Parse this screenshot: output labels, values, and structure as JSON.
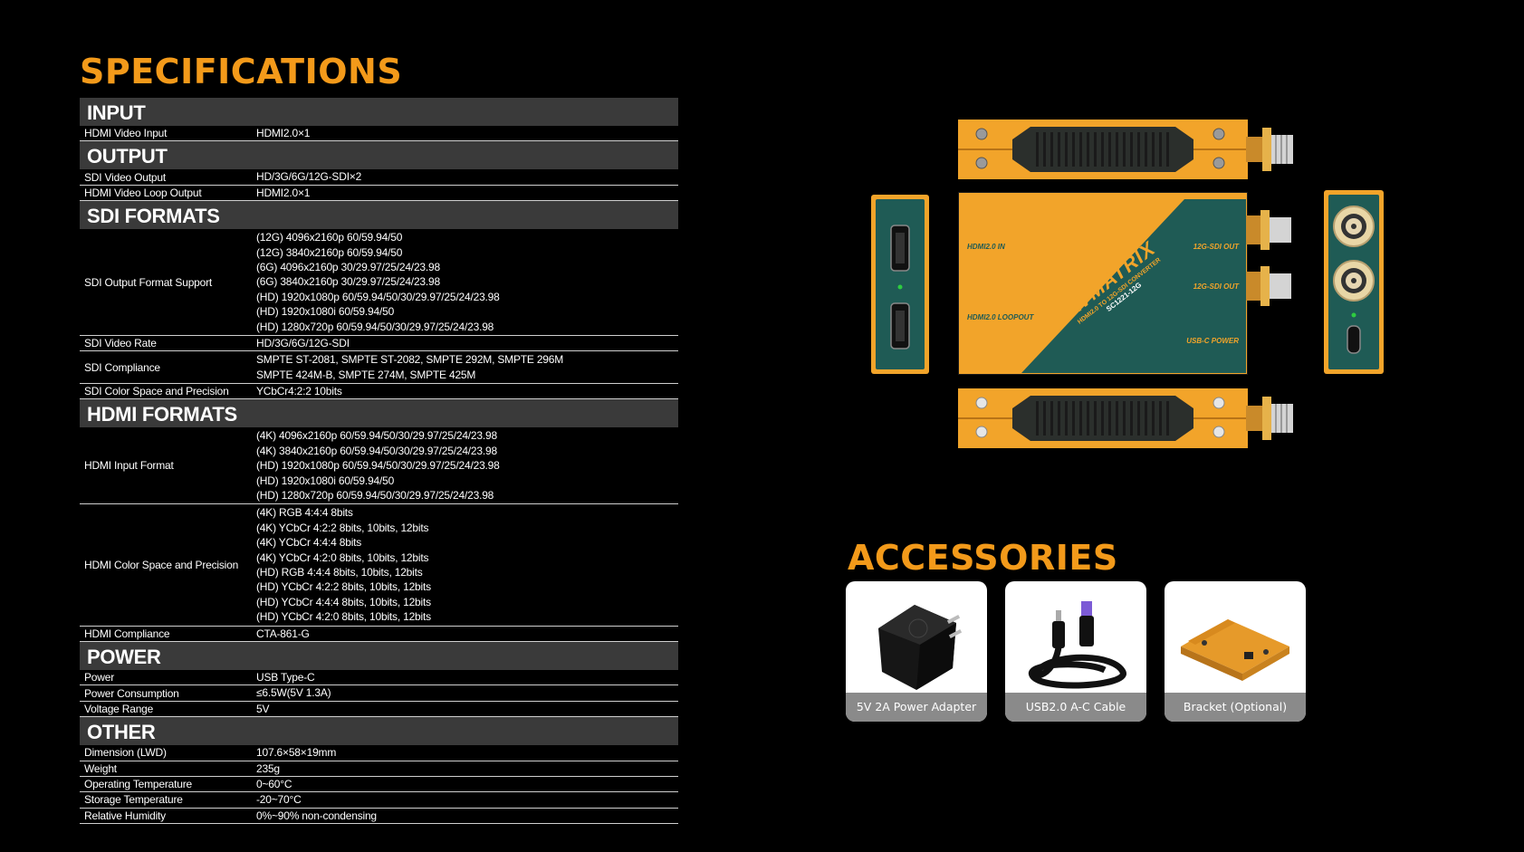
{
  "specifications_title": "SPECIFICATIONS",
  "accessories_title": "ACCESSORIES",
  "sections": [
    {
      "title": "INPUT",
      "rows": [
        {
          "label": "HDMI Video Input",
          "values": [
            "HDMI2.0×1"
          ]
        }
      ]
    },
    {
      "title": "OUTPUT",
      "rows": [
        {
          "label": "SDI Video Output",
          "values": [
            "HD/3G/6G/12G-SDI×2"
          ]
        },
        {
          "label": "HDMI Video Loop Output",
          "values": [
            "HDMI2.0×1"
          ]
        }
      ]
    },
    {
      "title": "SDI FORMATS",
      "rows": [
        {
          "label": "SDI Output Format Support",
          "values": [
            "(12G) 4096x2160p 60/59.94/50",
            "(12G) 3840x2160p 60/59.94/50",
            "(6G) 4096x2160p 30/29.97/25/24/23.98",
            "(6G) 3840x2160p 30/29.97/25/24/23.98",
            "(HD) 1920x1080p 60/59.94/50/30/29.97/25/24/23.98",
            "(HD) 1920x1080i 60/59.94/50",
            "(HD) 1280x720p 60/59.94/50/30/29.97/25/24/23.98"
          ]
        },
        {
          "label": "SDI Video Rate",
          "values": [
            "HD/3G/6G/12G-SDI"
          ]
        },
        {
          "label": "SDI Compliance",
          "values": [
            "SMPTE ST-2081, SMPTE ST-2082, SMPTE 292M, SMPTE 296M",
            "SMPTE 424M-B, SMPTE 274M, SMPTE 425M"
          ]
        },
        {
          "label": "SDI Color Space and Precision",
          "values": [
            "YCbCr4:2:2 10bits"
          ]
        }
      ]
    },
    {
      "title": "HDMI FORMATS",
      "rows": [
        {
          "label": "HDMI Input Format",
          "values": [
            "(4K) 4096x2160p 60/59.94/50/30/29.97/25/24/23.98",
            "(4K) 3840x2160p 60/59.94/50/30/29.97/25/24/23.98",
            "(HD) 1920x1080p 60/59.94/50/30/29.97/25/24/23.98",
            "(HD) 1920x1080i 60/59.94/50",
            "(HD) 1280x720p 60/59.94/50/30/29.97/25/24/23.98"
          ]
        },
        {
          "label": "HDMI Color Space and Precision",
          "values": [
            "(4K) RGB 4:4:4 8bits",
            "(4K) YCbCr 4:2:2 8bits, 10bits, 12bits",
            "(4K) YCbCr 4:4:4 8bits",
            "(4K) YCbCr 4:2:0 8bits, 10bits, 12bits",
            "(HD) RGB 4:4:4 8bits, 10bits, 12bits",
            "(HD) YCbCr 4:2:2 8bits, 10bits, 12bits",
            "(HD) YCbCr 4:4:4 8bits, 10bits, 12bits",
            "(HD) YCbCr 4:2:0 8bits, 10bits, 12bits"
          ]
        },
        {
          "label": "HDMI Compliance",
          "values": [
            "CTA-861-G"
          ]
        }
      ]
    },
    {
      "title": "POWER",
      "rows": [
        {
          "label": "Power",
          "values": [
            "USB Type-C"
          ]
        },
        {
          "label": "Power Consumption",
          "values": [
            "≤6.5W(5V 1.3A)"
          ]
        },
        {
          "label": "Voltage Range",
          "values": [
            "5V"
          ]
        }
      ]
    },
    {
      "title": "OTHER",
      "rows": [
        {
          "label": "Dimension (LWD)",
          "values": [
            "107.6×58×19mm"
          ]
        },
        {
          "label": "Weight",
          "values": [
            "235g"
          ]
        },
        {
          "label": "Operating Temperature",
          "values": [
            "0~60°C"
          ]
        },
        {
          "label": "Storage Temperature",
          "values": [
            "-20~70°C"
          ]
        },
        {
          "label": "Relative Humidity",
          "values": [
            "0%~90% non-condensing"
          ]
        }
      ]
    }
  ],
  "device": {
    "brand": "AVMATRIX",
    "product_line": "HDMI2.0 TO 12G-SDI CONVERTER",
    "model": "SC1221-12G",
    "port_hdmi_in": "HDMI2.0 IN",
    "port_hdmi_loop": "HDMI2.0 LOOPOUT",
    "port_sdi_out_1": "12G-SDI OUT",
    "port_sdi_out_2": "12G-SDI OUT",
    "port_power": "USB-C POWER",
    "colors": {
      "body": "#f2a42a",
      "panel": "#1f5b55",
      "vent": "#2b2f2c"
    }
  },
  "accessories": [
    {
      "label": "5V 2A Power Adapter",
      "icon": "power-adapter-icon"
    },
    {
      "label": "USB2.0 A-C Cable",
      "icon": "usb-cable-icon"
    },
    {
      "label": "Bracket (Optional)",
      "icon": "bracket-icon"
    }
  ],
  "colors": {
    "accent": "#f39a1a",
    "section_bg": "#3a3a3a",
    "background": "#000000"
  }
}
